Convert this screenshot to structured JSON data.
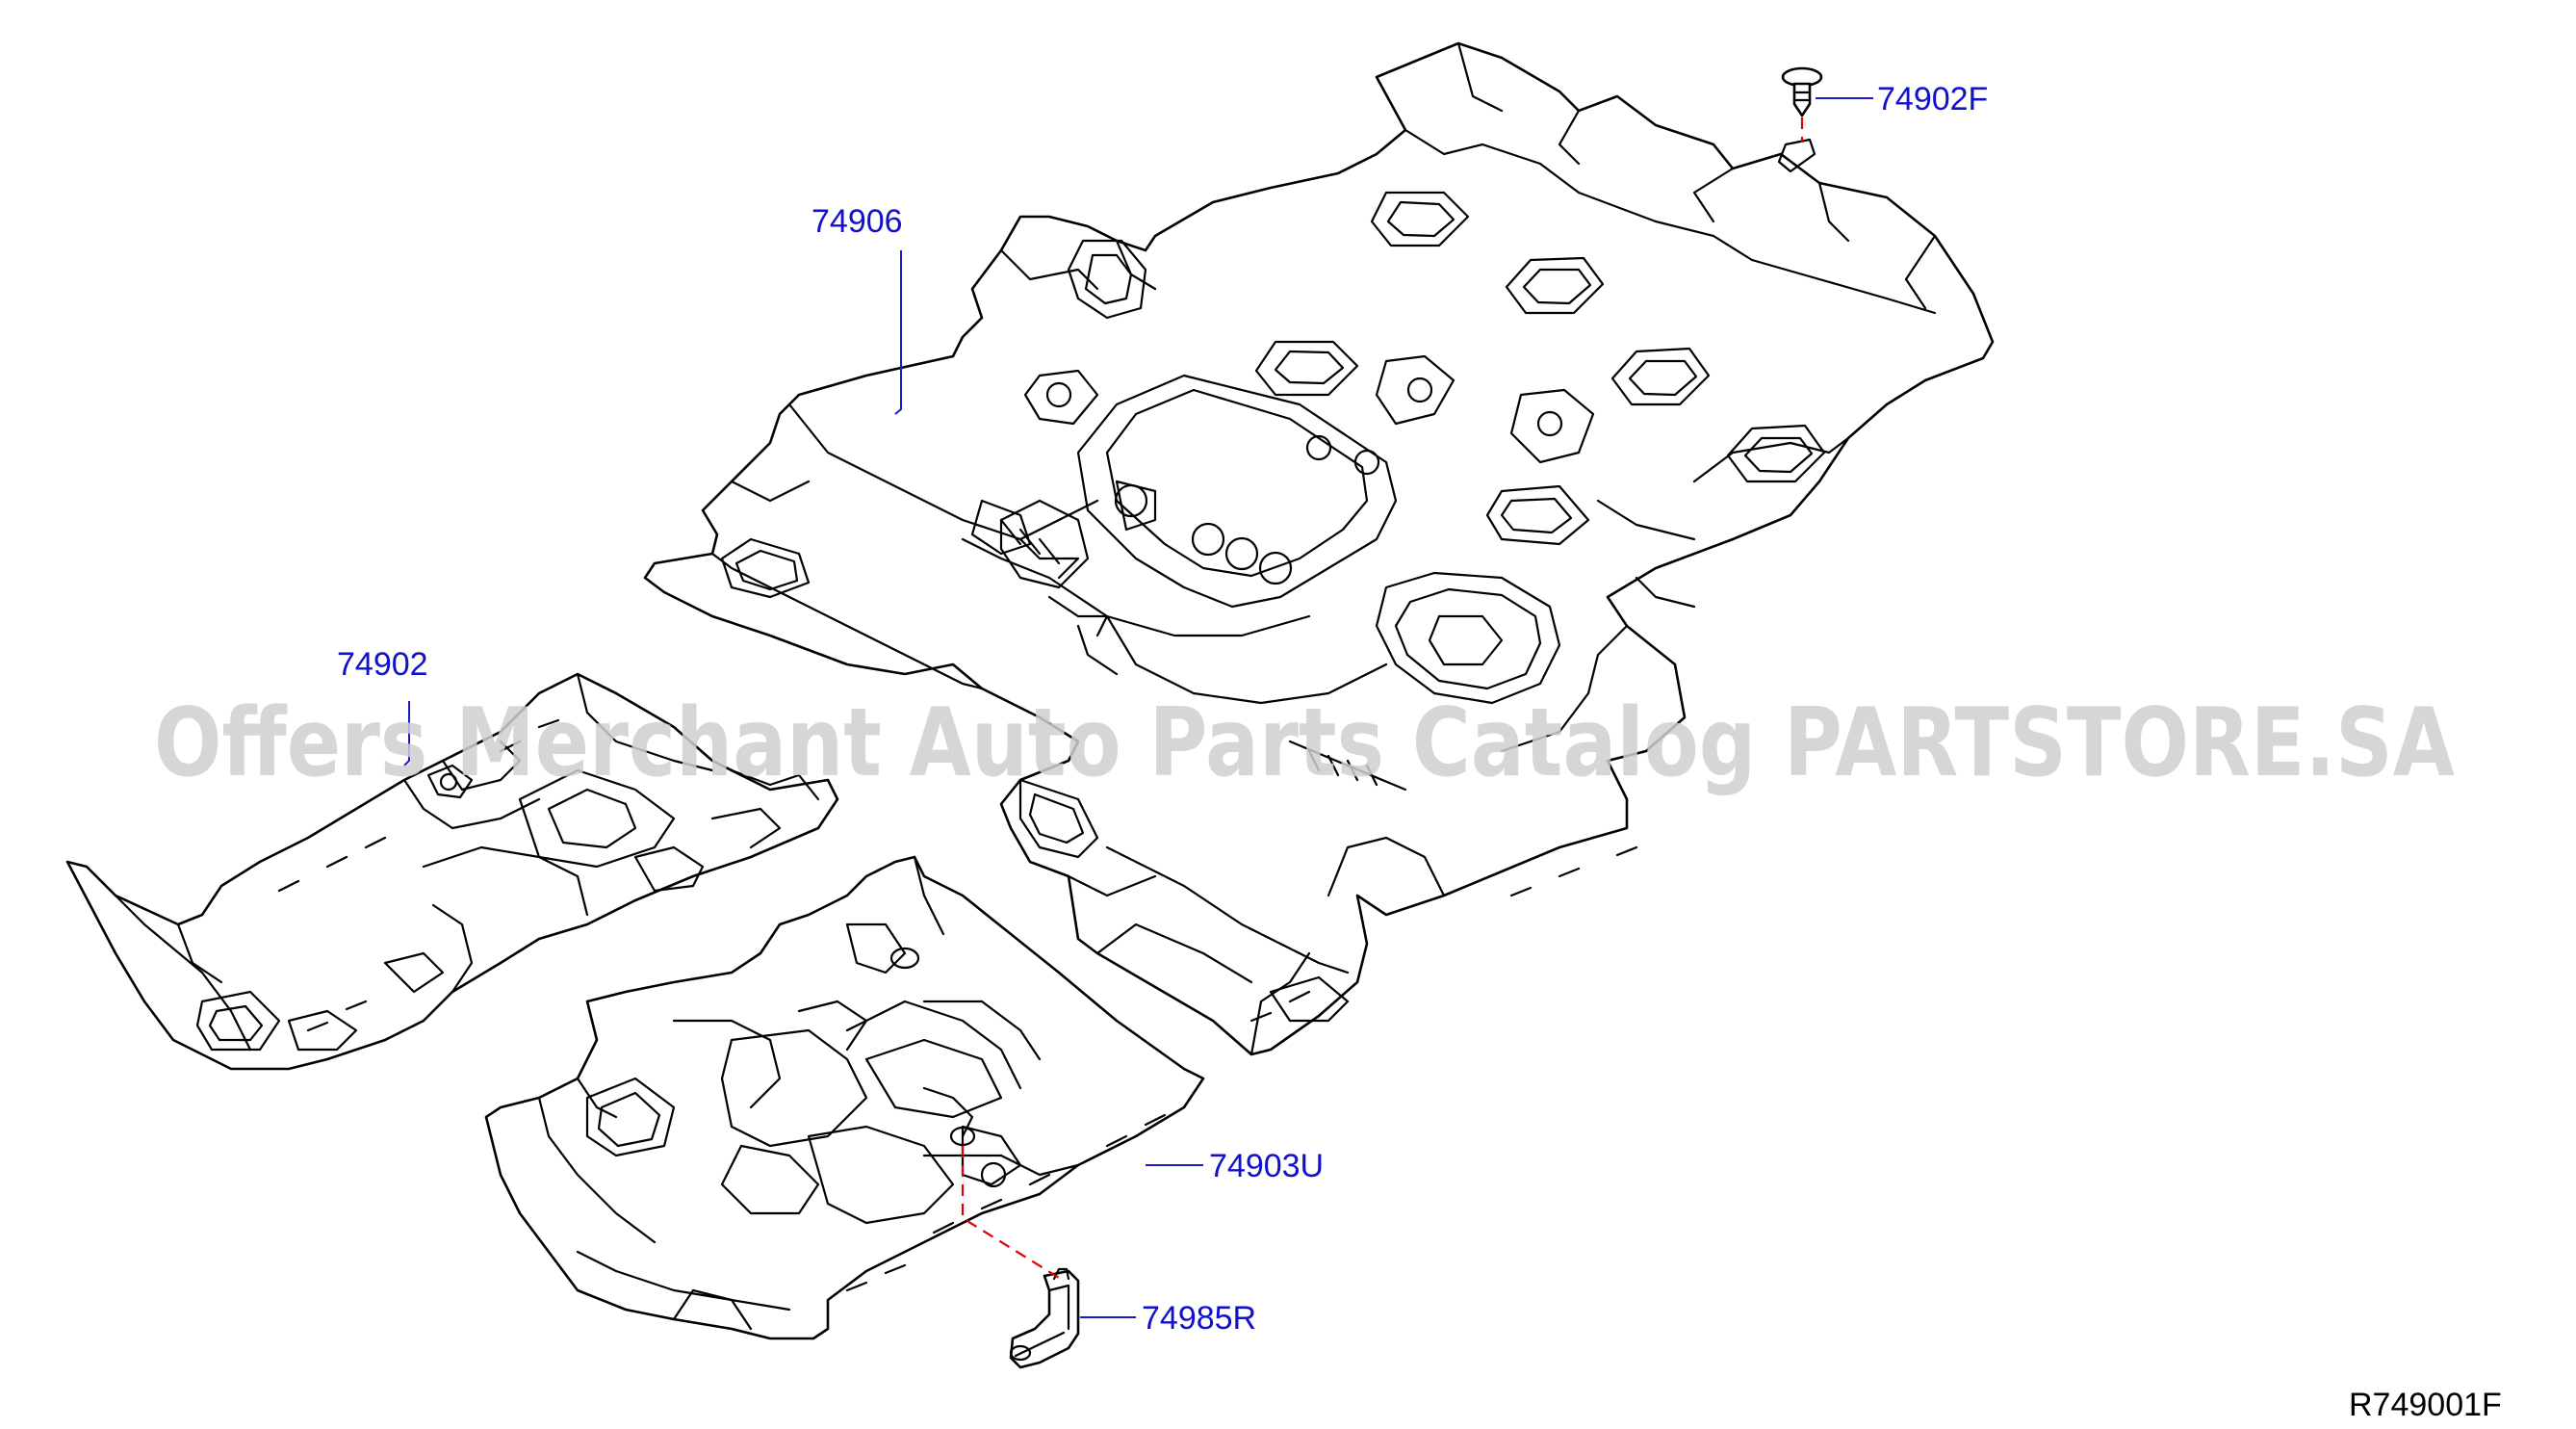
{
  "watermark": "Offers Merchant Auto Parts Catalog PARTSTORE.SA",
  "diagram_ref": "R749001F",
  "callouts": [
    {
      "id": "rear-floor-carpet",
      "label": "74906"
    },
    {
      "id": "clip",
      "label": "74902F"
    },
    {
      "id": "front-floor-carpet",
      "label": "74902"
    },
    {
      "id": "insulator",
      "label": "74903U"
    },
    {
      "id": "bracket",
      "label": "74985R"
    }
  ],
  "colors": {
    "callout_text": "#1111cc",
    "leader": "#1a1acc",
    "dash_line": "#e00000",
    "watermark": "#cfcfcf"
  }
}
